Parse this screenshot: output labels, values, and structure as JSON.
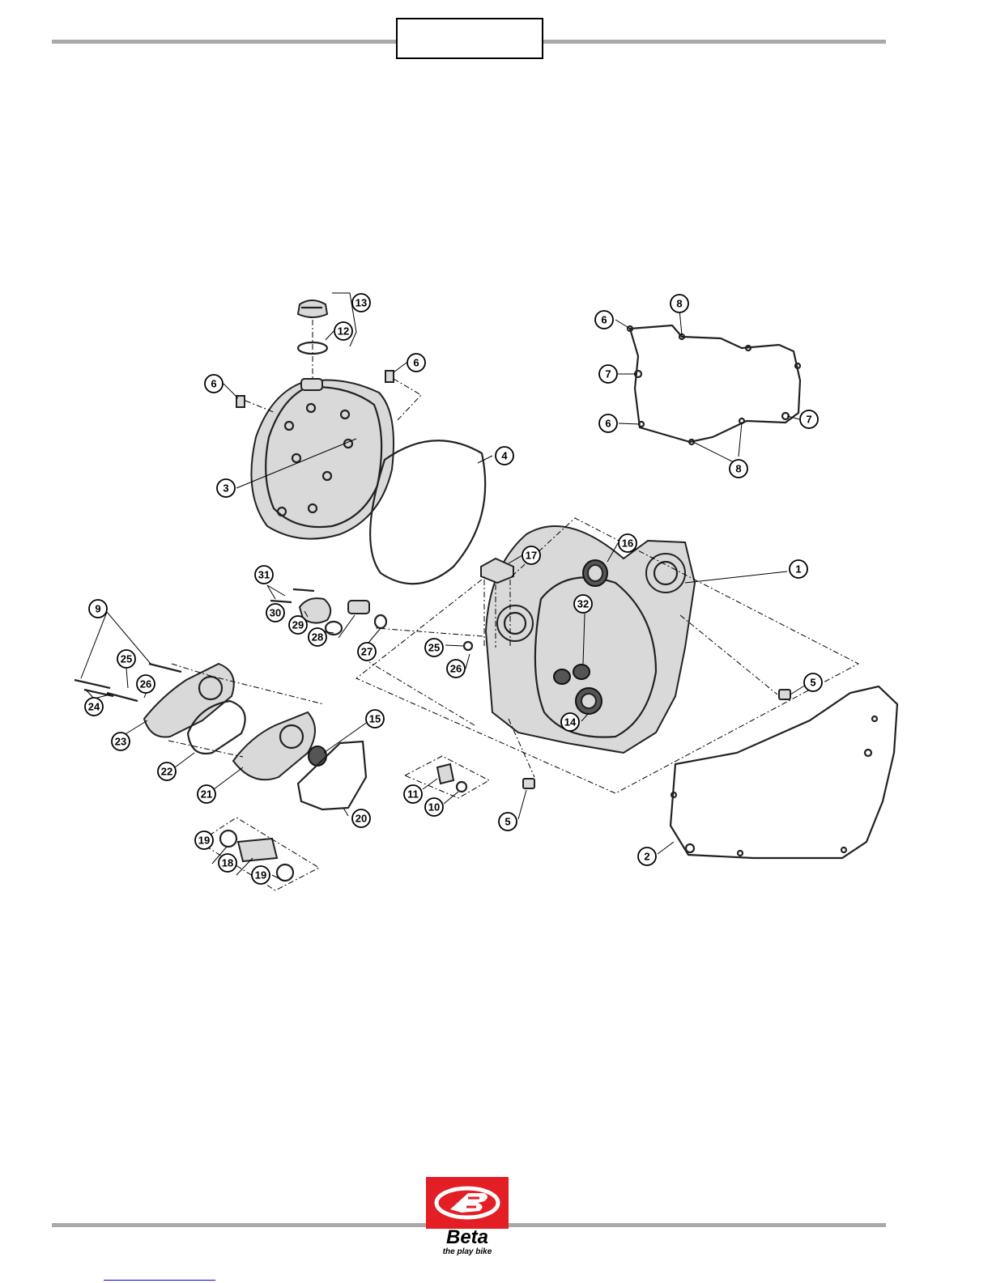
{
  "header": {
    "page_box_text": ""
  },
  "callouts": [
    {
      "id": "c1",
      "label": "1"
    },
    {
      "id": "c2",
      "label": "2"
    },
    {
      "id": "c3",
      "label": "3"
    },
    {
      "id": "c4",
      "label": "4"
    },
    {
      "id": "c5a",
      "label": "5"
    },
    {
      "id": "c5b",
      "label": "5"
    },
    {
      "id": "c6a",
      "label": "6"
    },
    {
      "id": "c6b",
      "label": "6"
    },
    {
      "id": "c6c",
      "label": "6"
    },
    {
      "id": "c6d",
      "label": "6"
    },
    {
      "id": "c7a",
      "label": "7"
    },
    {
      "id": "c7b",
      "label": "7"
    },
    {
      "id": "c8a",
      "label": "8"
    },
    {
      "id": "c8b",
      "label": "8"
    },
    {
      "id": "c9",
      "label": "9"
    },
    {
      "id": "c10",
      "label": "10"
    },
    {
      "id": "c11",
      "label": "11"
    },
    {
      "id": "c12",
      "label": "12"
    },
    {
      "id": "c13",
      "label": "13"
    },
    {
      "id": "c14",
      "label": "14"
    },
    {
      "id": "c15",
      "label": "15"
    },
    {
      "id": "c16",
      "label": "16"
    },
    {
      "id": "c17",
      "label": "17"
    },
    {
      "id": "c18",
      "label": "18"
    },
    {
      "id": "c19a",
      "label": "19"
    },
    {
      "id": "c19b",
      "label": "19"
    },
    {
      "id": "c20",
      "label": "20"
    },
    {
      "id": "c21",
      "label": "21"
    },
    {
      "id": "c22",
      "label": "22"
    },
    {
      "id": "c23",
      "label": "23"
    },
    {
      "id": "c24",
      "label": "24"
    },
    {
      "id": "c25a",
      "label": "25"
    },
    {
      "id": "c25b",
      "label": "25"
    },
    {
      "id": "c26a",
      "label": "26"
    },
    {
      "id": "c26b",
      "label": "26"
    },
    {
      "id": "c27",
      "label": "27"
    },
    {
      "id": "c28",
      "label": "28"
    },
    {
      "id": "c29",
      "label": "29"
    },
    {
      "id": "c30",
      "label": "30"
    },
    {
      "id": "c31",
      "label": "31"
    },
    {
      "id": "c32",
      "label": "32"
    }
  ],
  "footer": {
    "brand": "Beta",
    "tagline": "the play bike",
    "logo_color": "#e31e24"
  }
}
